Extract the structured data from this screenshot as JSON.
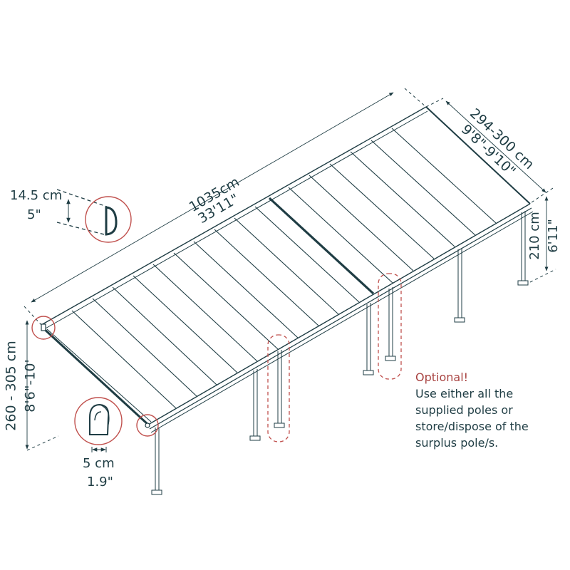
{
  "colors": {
    "line": "#1f3d44",
    "highlight": "#c0504d",
    "optional_dash": "#c0504d",
    "background": "#ffffff",
    "note_title": "#a94442"
  },
  "dimensions": {
    "length": {
      "metric": "1035cm",
      "imperial": "33'11\""
    },
    "width": {
      "metric": "294-300 cm",
      "imperial": "9'8\"-9'10\""
    },
    "low_height": {
      "metric": "210 cm",
      "imperial": "6'11\""
    },
    "high_height": {
      "metric": "260 - 305 cm",
      "imperial": "8'6\"-10'"
    },
    "gutter_profile": {
      "metric": "14.5 cm",
      "imperial": "5\""
    },
    "pole_profile": {
      "metric": "5 cm",
      "imperial": "1.9\""
    }
  },
  "note": {
    "title": "Optional!",
    "lines": [
      "Use either all the",
      "supplied poles or",
      "store/dispose of the",
      "surplus pole/s."
    ]
  },
  "details": {
    "gutter_icon": "gutter-profile-d-icon",
    "pole_icon": "pole-profile-icon",
    "corner_highlights": 2,
    "optional_pole_groups": 2
  }
}
